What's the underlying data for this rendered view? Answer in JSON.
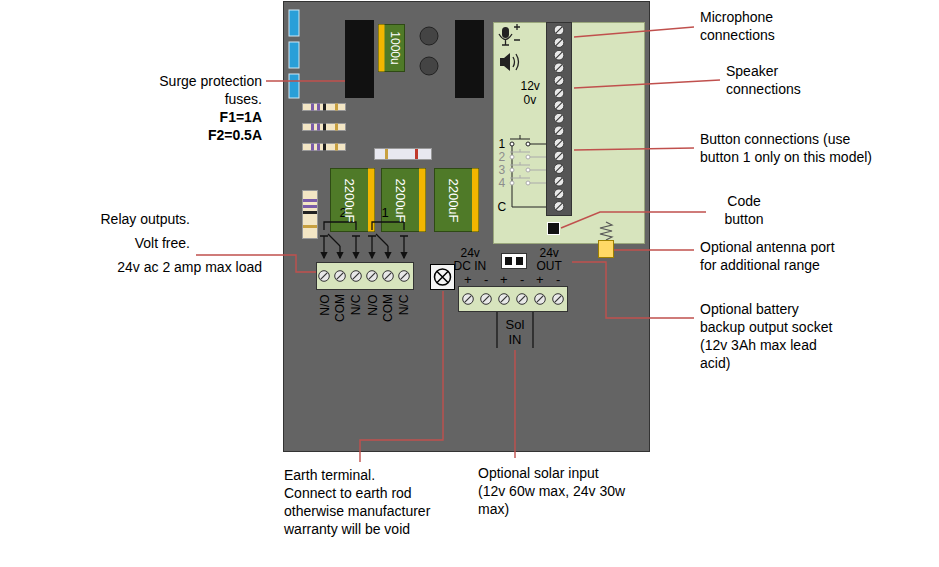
{
  "diagram": {
    "nodes": [
      {
        "text": [
          "2",
          "1",
          "N/O",
          "COM",
          "N/C",
          "N/O",
          "COM",
          "N/C",
          "24v",
          "DC IN",
          "24v",
          "OUT",
          "+",
          "-",
          "+",
          "-",
          "+",
          "-",
          "Sol",
          "IN"
        ]
      },
      {
        "text": [
          "1000u"
        ],
        "in": 0
      },
      {
        "text": [
          "12v",
          "0v",
          "1",
          "2",
          "3",
          "4",
          "C"
        ],
        "in": 0
      },
      {
        "text": [
          "2200uF"
        ],
        "in": 0
      },
      {
        "text": [
          "2200uF"
        ],
        "in": 0
      },
      {
        "text": [
          "2200uF"
        ],
        "in": 0
      }
    ],
    "labels": [
      "Surge protection fuses.",
      "F1=1A",
      "F2=0.5A",
      "Relay outputs.",
      "Volt free.",
      "24v ac 2 amp max load",
      "Microphone connections",
      "Speaker connections",
      "Button connections (use button 1 only on this model)",
      "Code button",
      "Optional antenna port for additional range",
      "Optional battery backup output socket (12v 3Ah max lead acid)",
      "Earth terminal.",
      "Connect to earth rod otherwise manufacturer warranty will be void",
      "Optional solar input (12v 60w max, 24v 30w max)"
    ]
  }
}
